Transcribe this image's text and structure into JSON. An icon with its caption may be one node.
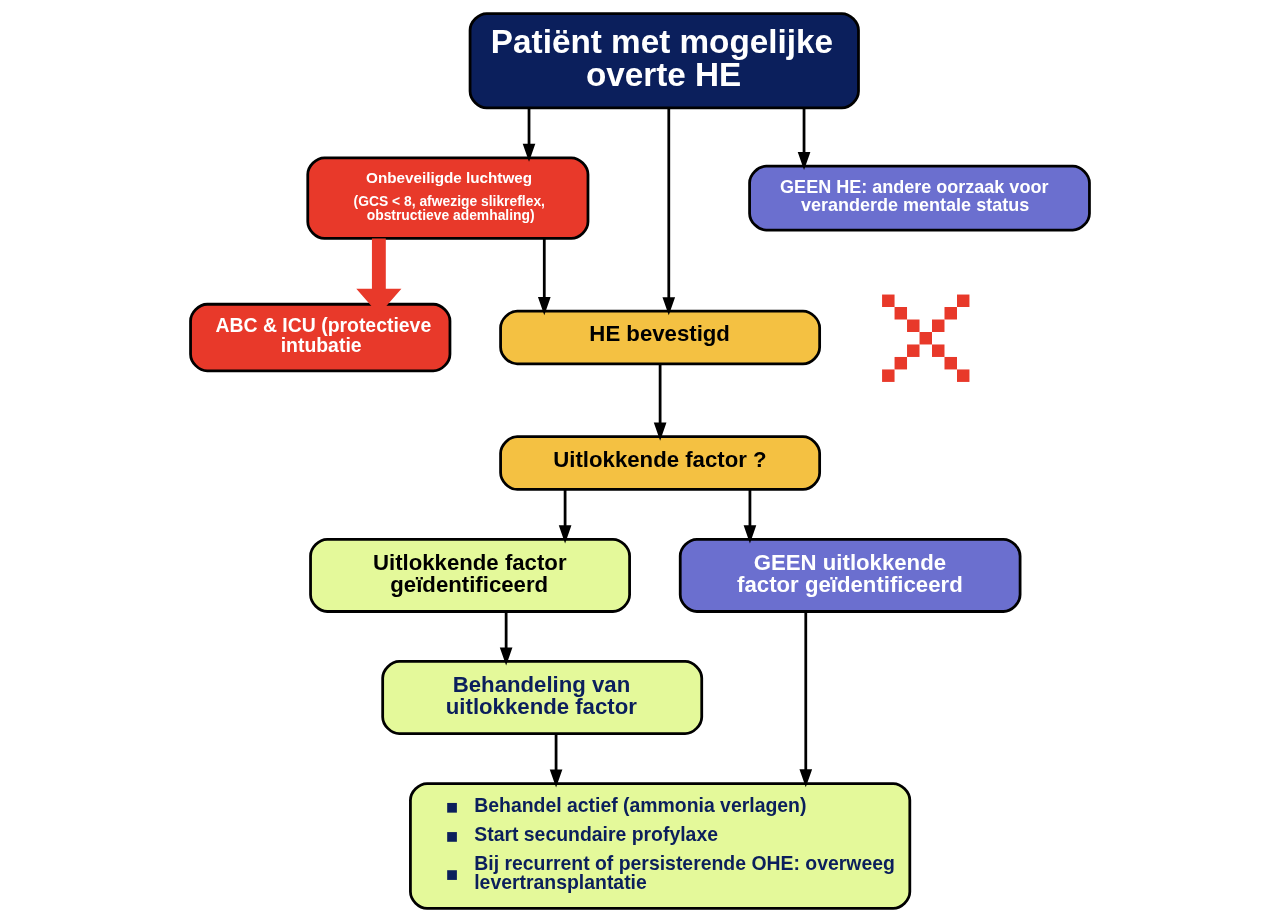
{
  "diagram": {
    "nodes": [
      {
        "text": [
          "Patiënt met mogelijke overte HE"
        ]
      },
      {
        "text": [
          "Onbeveiligde luchtweg",
          "(GCS < 8, afwezige slikreflex, obstructieve ademhaling)"
        ]
      },
      {
        "text": [
          "ABC & ICU (protectieve intubatie"
        ]
      },
      {
        "text": [
          "HE bevestigd"
        ]
      },
      {
        "text": [
          "GEEN HE: andere oorzaak voor veranderde mentale status"
        ]
      },
      {
        "text": [],
        "shape": "cross"
      },
      {
        "text": [
          "Uitlokkende factor ?"
        ]
      },
      {
        "text": [
          "Uitlokkende factor geïdentificeerd"
        ]
      },
      {
        "text": [
          "GEEN uitlokkende factor geïdentificeerd"
        ]
      },
      {
        "text": [
          "Behandeling van uitlokkende factor"
        ]
      },
      {
        "text": [
          "Behandel actief (ammonia verlagen)",
          "Start secundaire profylaxe",
          "Bij recurrent of persisterende OHE: overweeg levertransplantatie"
        ]
      }
    ],
    "edges": [
      {
        "from": 0,
        "to": 1,
        "arrow": "to"
      },
      {
        "from": 0,
        "to": 3,
        "arrow": "to"
      },
      {
        "from": 0,
        "to": 4,
        "arrow": "to"
      },
      {
        "from": 1,
        "to": 3,
        "arrow": "to"
      },
      {
        "from": 1,
        "to": 2,
        "arrow": "to",
        "style": "thick",
        "color": "#e8392a"
      },
      {
        "from": 3,
        "to": 6,
        "arrow": "to"
      },
      {
        "from": 6,
        "to": 7,
        "arrow": "to"
      },
      {
        "from": 6,
        "to": 8,
        "arrow": "to"
      },
      {
        "from": 7,
        "to": 9,
        "arrow": "to"
      },
      {
        "from": 9,
        "to": 10,
        "arrow": "to"
      },
      {
        "from": 8,
        "to": 10,
        "arrow": "to"
      }
    ]
  }
}
